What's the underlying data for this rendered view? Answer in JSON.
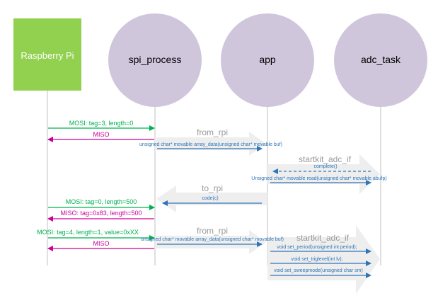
{
  "participants": [
    {
      "id": "rpi",
      "label": "Raspberry Pi",
      "shape": "rect",
      "fill": "#92d050",
      "text_color": "#ffffff"
    },
    {
      "id": "spi",
      "label": "spi_process",
      "shape": "circle",
      "fill": "#d0c6dc",
      "text_color": "#000000"
    },
    {
      "id": "app",
      "label": "app",
      "shape": "circle",
      "fill": "#d0c6dc",
      "text_color": "#000000"
    },
    {
      "id": "adc",
      "label": "adc_task",
      "shape": "circle",
      "fill": "#d0c6dc",
      "text_color": "#000000"
    }
  ],
  "messages": {
    "mosi1": "MOSI: tag=3, length=0",
    "miso1": "MISO",
    "mosi2": "MOSI: tag=0, length=500",
    "miso2": "MISO: tag=0x83, length=500",
    "mosi3": "MOSI: tag=4, length=1, value=0xXX",
    "miso3": "MISO"
  },
  "interfaces": {
    "from_rpi_1": "from_rpi",
    "startkit_adc_if_1": "startkit_adc_if",
    "to_rpi": "to_rpi",
    "from_rpi_2": "from_rpi",
    "startkit_adc_if_2": "startkit_adc_if"
  },
  "calls": {
    "array_data_1": "unsigned char* movable array_data(unsigned char* movable buf)",
    "complete": "complete()",
    "read": "Unsigned char* movable read(unsigned char* movable abufp)",
    "code": "code(c)",
    "array_data_2": "unsigned char* movable array_data(unsigned char* movable buf)",
    "set_period": "void set_period(unsigned int period);",
    "set_triglevel": "void set_triglevel(int lv);",
    "set_sweepmode": "void set_sweepmode(unsigned char sm)"
  },
  "colors": {
    "mosi": "#00b050",
    "miso": "#cc0099",
    "call": "#2e75b6",
    "interface_arrow": "#eeeeee",
    "interface_text": "#999999",
    "lifeline": "#c0c0c0"
  }
}
